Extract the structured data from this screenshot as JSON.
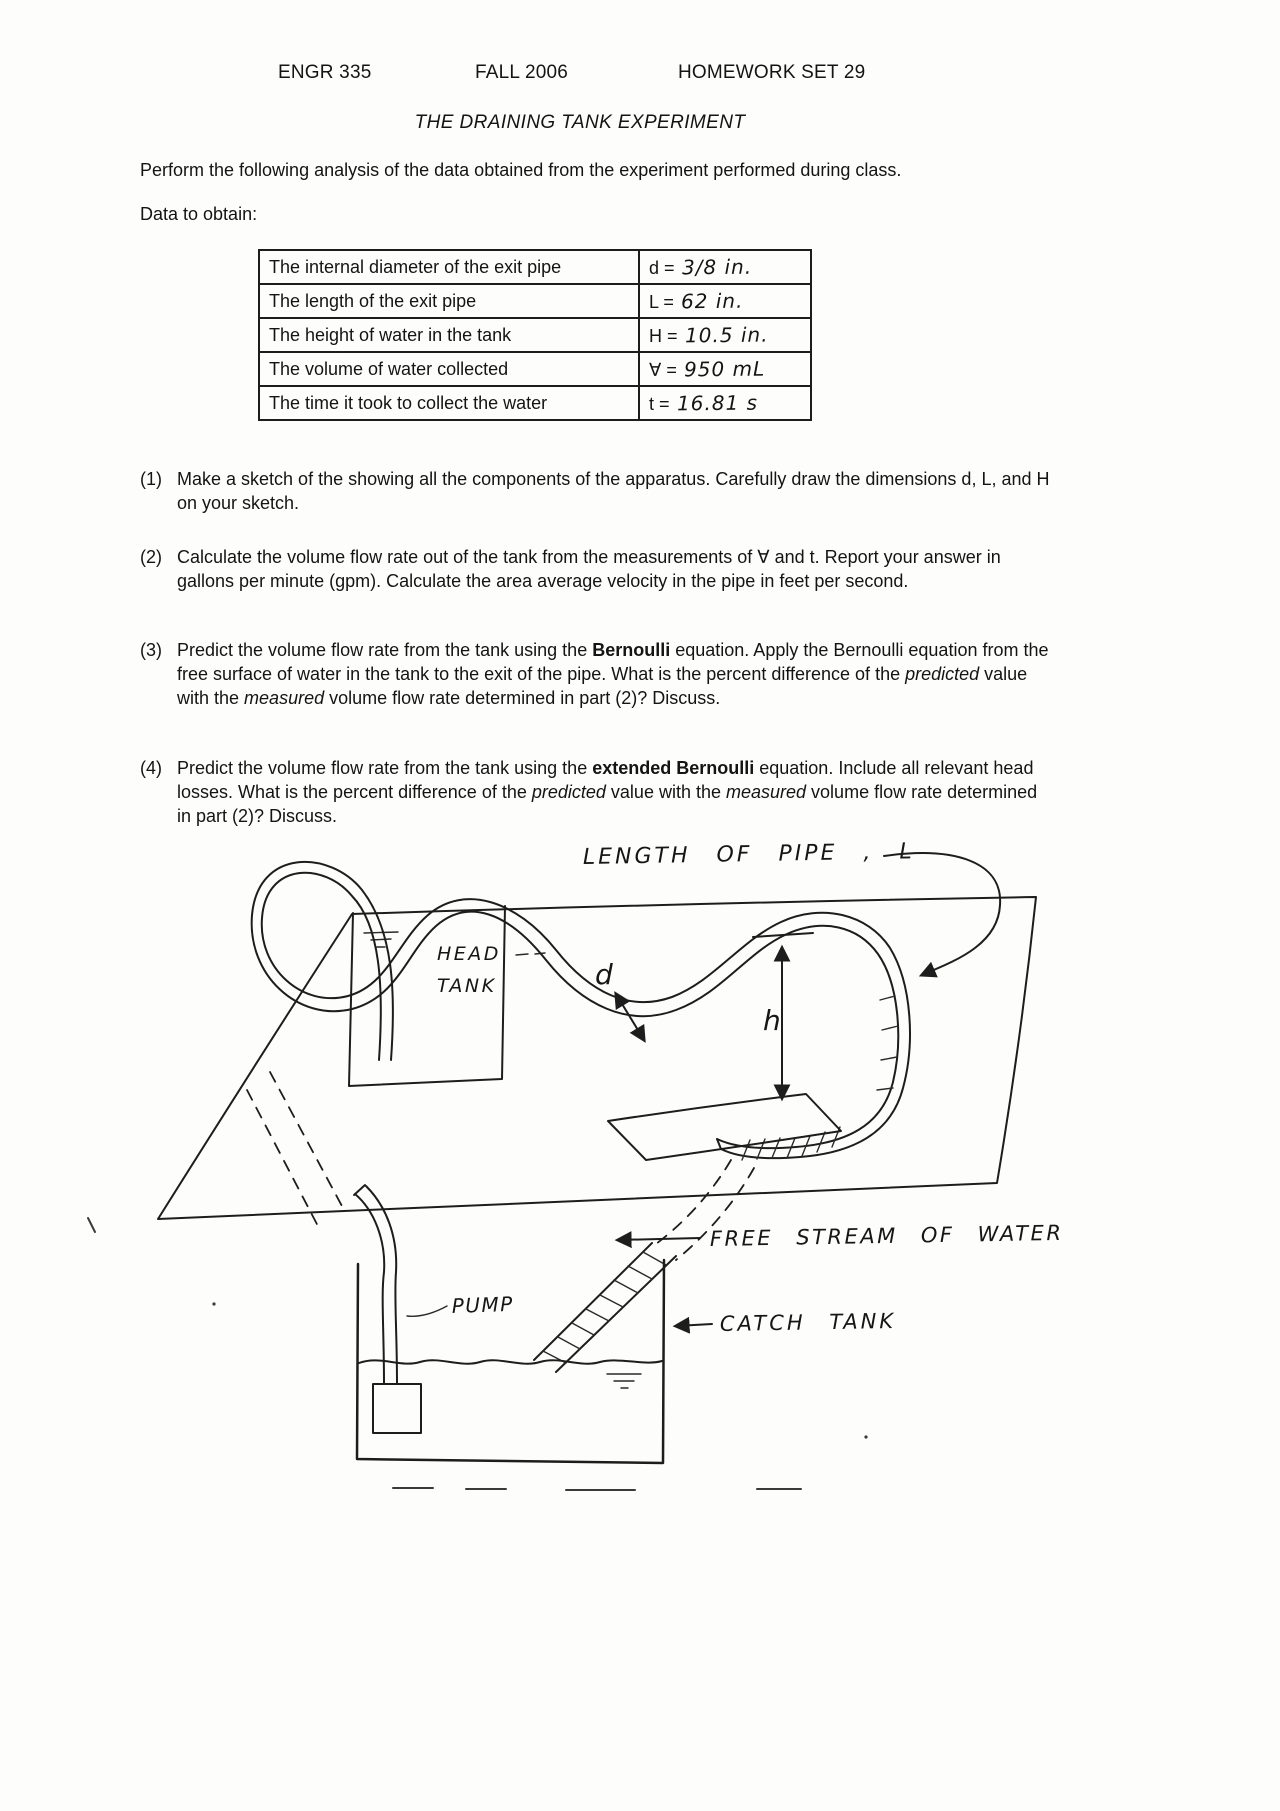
{
  "header": {
    "course": "ENGR 335",
    "term": "FALL 2006",
    "homework": "HOMEWORK SET 29"
  },
  "title": "THE DRAINING TANK EXPERIMENT",
  "intro": "Perform the following analysis of the data obtained from the experiment performed during class.",
  "data_heading": "Data to obtain:",
  "data_table": {
    "rows": [
      {
        "label": "The internal diameter of the exit pipe",
        "symbol": "d =",
        "value": "3/8 in."
      },
      {
        "label": "The length of the exit pipe",
        "symbol": "L =",
        "value": "62 in."
      },
      {
        "label": "The height of water in the tank",
        "symbol": "H =",
        "value": "10.5 in."
      },
      {
        "label": "The volume of water collected",
        "symbol": "∀ =",
        "value": "950 mL"
      },
      {
        "label": "The time it took to collect the water",
        "symbol": "t =",
        "value": "16.81 s"
      }
    ]
  },
  "questions": {
    "q1": {
      "num": "(1)",
      "t1": "Make a sketch of the showing all the components of the apparatus.  Carefully draw the dimensions d, L, and  H on your sketch."
    },
    "q2": {
      "num": "(2)",
      "t1": "Calculate the volume flow rate out of the tank from the measurements of ∀ and t.   Report your answer in gallons per minute (gpm).  Calculate the area average velocity in the pipe in feet per second."
    },
    "q3": {
      "num": "(3)",
      "t1": "Predict the volume flow rate from the tank using the ",
      "b1": "Bernoulli",
      "t2": " equation.  Apply the Bernoulli equation from the free surface of water in the tank to the exit of the pipe.  What is the percent difference of the ",
      "i1": "predicted",
      "t3": " value with the ",
      "i2": "measured",
      "t4": " volume flow rate determined in part (2)?  Discuss."
    },
    "q4": {
      "num": "(4)",
      "t1": "Predict the volume flow rate from the tank using the ",
      "b1": "extended Bernoulli",
      "t2": " equation.  Include all relevant head losses.  What is the percent difference of the ",
      "i1": "predicted",
      "t3": " value with the ",
      "i2": "measured",
      "t4": " volume flow rate determined in part (2)?  Discuss."
    }
  },
  "sketch": {
    "length_label": "LENGTH OF PIPE , L",
    "head_tank_label_1": "HEAD",
    "head_tank_label_2": "TANK",
    "d_label": "d",
    "h_label": "h",
    "free_stream_label": "FREE STREAM OF WATER",
    "pump_label": "PUMP",
    "catch_tank_label": "CATCH TANK"
  }
}
